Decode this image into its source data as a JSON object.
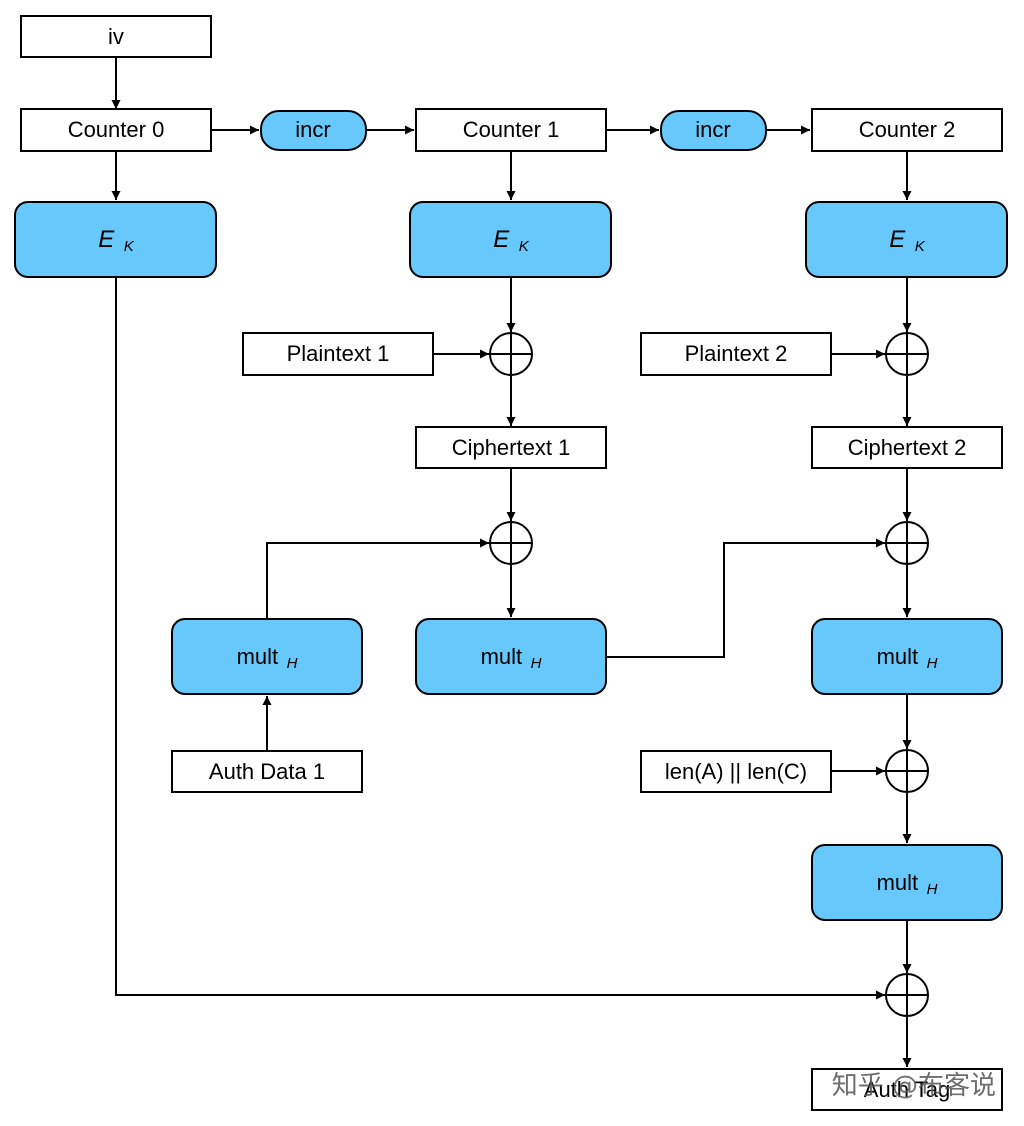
{
  "iv": "iv",
  "counters": [
    "Counter 0",
    "Counter 1",
    "Counter 2"
  ],
  "incr": "incr",
  "encrypt": {
    "main": "E",
    "sub": "K"
  },
  "plaintexts": [
    "Plaintext 1",
    "Plaintext 2"
  ],
  "ciphertexts": [
    "Ciphertext 1",
    "Ciphertext 2"
  ],
  "mult": {
    "main": "mult",
    "sub": "H"
  },
  "auth_data": "Auth Data 1",
  "lengths": "len(A) || len(C)",
  "auth_tag": "Auth Tag",
  "watermark": "知乎 @布客说"
}
